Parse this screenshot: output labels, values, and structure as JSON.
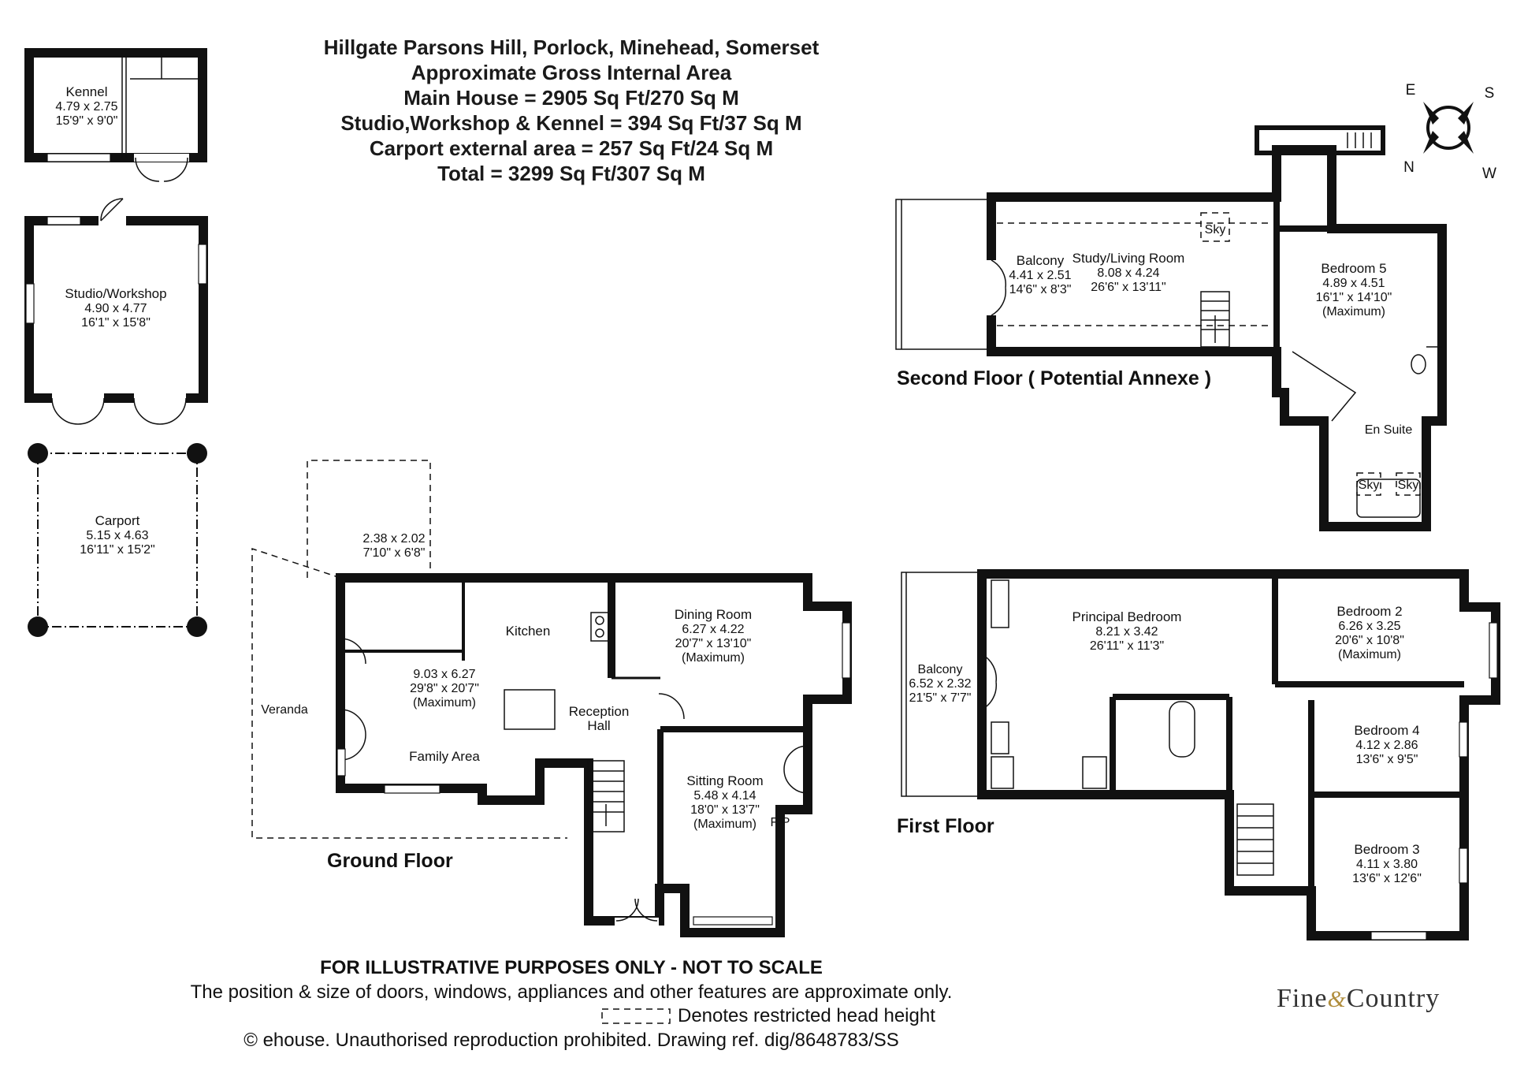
{
  "header": {
    "line1": "Hillgate Parsons Hill, Porlock, Minehead, Somerset",
    "line2": "Approximate Gross Internal Area",
    "line3": "Main House = 2905 Sq Ft/270 Sq M",
    "line4": "Studio,Workshop & Kennel = 394 Sq Ft/37 Sq M",
    "line5": "Carport external area = 257 Sq Ft/24 Sq M",
    "line6": "Total = 3299 Sq Ft/307 Sq M"
  },
  "compass": {
    "e": "E",
    "s": "S",
    "n": "N",
    "w": "W"
  },
  "outbuildings": {
    "kennel": {
      "name": "Kennel",
      "metric": "4.79 x 2.75",
      "imperial": "15'9\" x 9'0\""
    },
    "studio": {
      "name": "Studio/Workshop",
      "metric": "4.90 x 4.77",
      "imperial": "16'1\" x 15'8\""
    },
    "carport": {
      "name": "Carport",
      "metric": "5.15 x 4.63",
      "imperial": "16'11\" x 15'2\""
    }
  },
  "second_floor": {
    "label": "Second Floor ( Potential Annexe )",
    "balcony": {
      "name": "Balcony",
      "metric": "4.41 x 2.51",
      "imperial": "14'6\" x 8'3\""
    },
    "study": {
      "name": "Study/Living Room",
      "metric": "8.08 x 4.24",
      "imperial": "26'6\" x 13'11\""
    },
    "sky": "Sky",
    "bedroom5": {
      "name": "Bedroom 5",
      "metric": "4.89 x 4.51",
      "imperial": "16'1\" x 14'10\"",
      "note": "(Maximum)"
    },
    "ensuite": "En Suite",
    "sky1": "Sky",
    "sky2": "Sky"
  },
  "ground_floor": {
    "label": "Ground Floor",
    "utility": {
      "metric": "2.38 x 2.02",
      "imperial": "7'10\" x 6'8\""
    },
    "veranda": "Veranda",
    "kitchen": "Kitchen",
    "family": {
      "metric": "9.03 x 6.27",
      "imperial": "29'8\" x 20'7\"",
      "note": "(Maximum)",
      "name": "Family Area"
    },
    "reception": {
      "line1": "Reception",
      "line2": "Hall"
    },
    "dining": {
      "name": "Dining Room",
      "metric": "6.27 x 4.22",
      "imperial": "20'7\" x 13'10\"",
      "note": "(Maximum)"
    },
    "sitting": {
      "name": "Sitting Room",
      "metric": "5.48 x 4.14",
      "imperial": "18'0\" x 13'7\"",
      "note": "(Maximum)"
    },
    "fp": "F/P"
  },
  "first_floor": {
    "label": "First Floor",
    "balcony": {
      "name": "Balcony",
      "metric": "6.52 x 2.32",
      "imperial": "21'5\" x 7'7\""
    },
    "principal": {
      "name": "Principal Bedroom",
      "metric": "8.21 x 3.42",
      "imperial": "26'11\" x 11'3\""
    },
    "bedroom2": {
      "name": "Bedroom 2",
      "metric": "6.26 x 3.25",
      "imperial": "20'6\" x 10'8\"",
      "note": "(Maximum)"
    },
    "bedroom4": {
      "name": "Bedroom 4",
      "metric": "4.12 x 2.86",
      "imperial": "13'6\" x 9'5\""
    },
    "bedroom3": {
      "name": "Bedroom 3",
      "metric": "4.11 x 3.80",
      "imperial": "13'6\" x 12'6\""
    }
  },
  "footer": {
    "line1": "FOR ILLUSTRATIVE PURPOSES ONLY - NOT TO SCALE",
    "line2": "The position & size of doors, windows, appliances and other features are approximate only.",
    "line3": "Denotes restricted head height",
    "line4": "© ehouse. Unauthorised reproduction prohibited. Drawing ref. dig/8648783/SS"
  },
  "logo": {
    "part1": "Fine",
    "amp": "&",
    "part2": "Country"
  }
}
